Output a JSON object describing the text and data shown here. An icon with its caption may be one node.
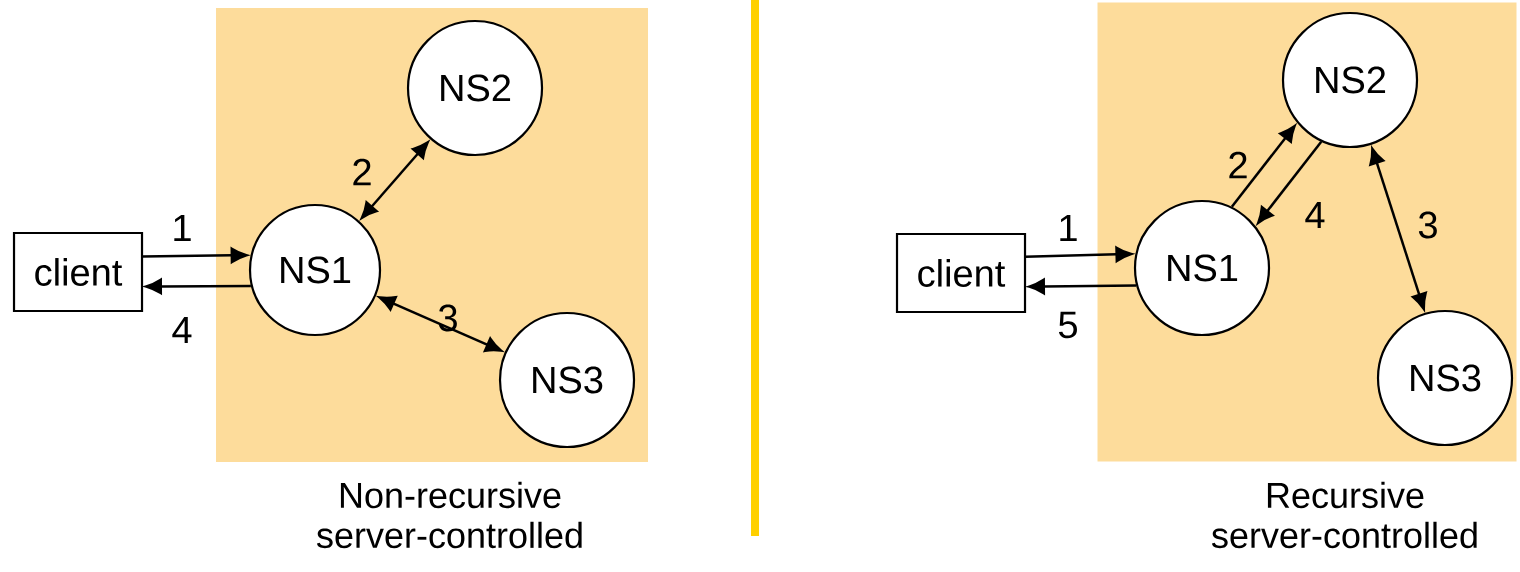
{
  "diagram": {
    "nodes": [
      {
        "text": [
          "client"
        ]
      },
      {
        "text": [],
        "shape": "box"
      },
      {
        "text": [
          "NS1"
        ],
        "in": 1
      },
      {
        "text": [
          "NS2"
        ],
        "in": 1
      },
      {
        "text": [
          "NS3"
        ],
        "in": 1
      },
      {
        "text": [
          "client"
        ]
      },
      {
        "text": [],
        "shape": "box"
      },
      {
        "text": [
          "NS1"
        ],
        "in": 6
      },
      {
        "text": [
          "NS2"
        ],
        "in": 6
      },
      {
        "text": [
          "NS3"
        ],
        "in": 6
      }
    ],
    "edges": [
      {
        "from": 0,
        "to": 2,
        "arrow": "to",
        "label": "1"
      },
      {
        "from": 2,
        "to": 0,
        "arrow": "to",
        "label": "4"
      },
      {
        "from": 2,
        "to": 3,
        "arrow": "both",
        "label": "2"
      },
      {
        "from": 2,
        "to": 4,
        "arrow": "both",
        "label": "3"
      },
      {
        "from": 5,
        "to": 7,
        "arrow": "to",
        "label": "1"
      },
      {
        "from": 7,
        "to": 5,
        "arrow": "to",
        "label": "5"
      },
      {
        "from": 7,
        "to": 8,
        "arrow": "to",
        "label": "2"
      },
      {
        "from": 8,
        "to": 7,
        "arrow": "to",
        "label": "4"
      },
      {
        "from": 8,
        "to": 9,
        "arrow": "both",
        "label": "3"
      }
    ],
    "labels": [
      "Non-recursive server-controlled",
      "Recursive server-controlled"
    ]
  }
}
